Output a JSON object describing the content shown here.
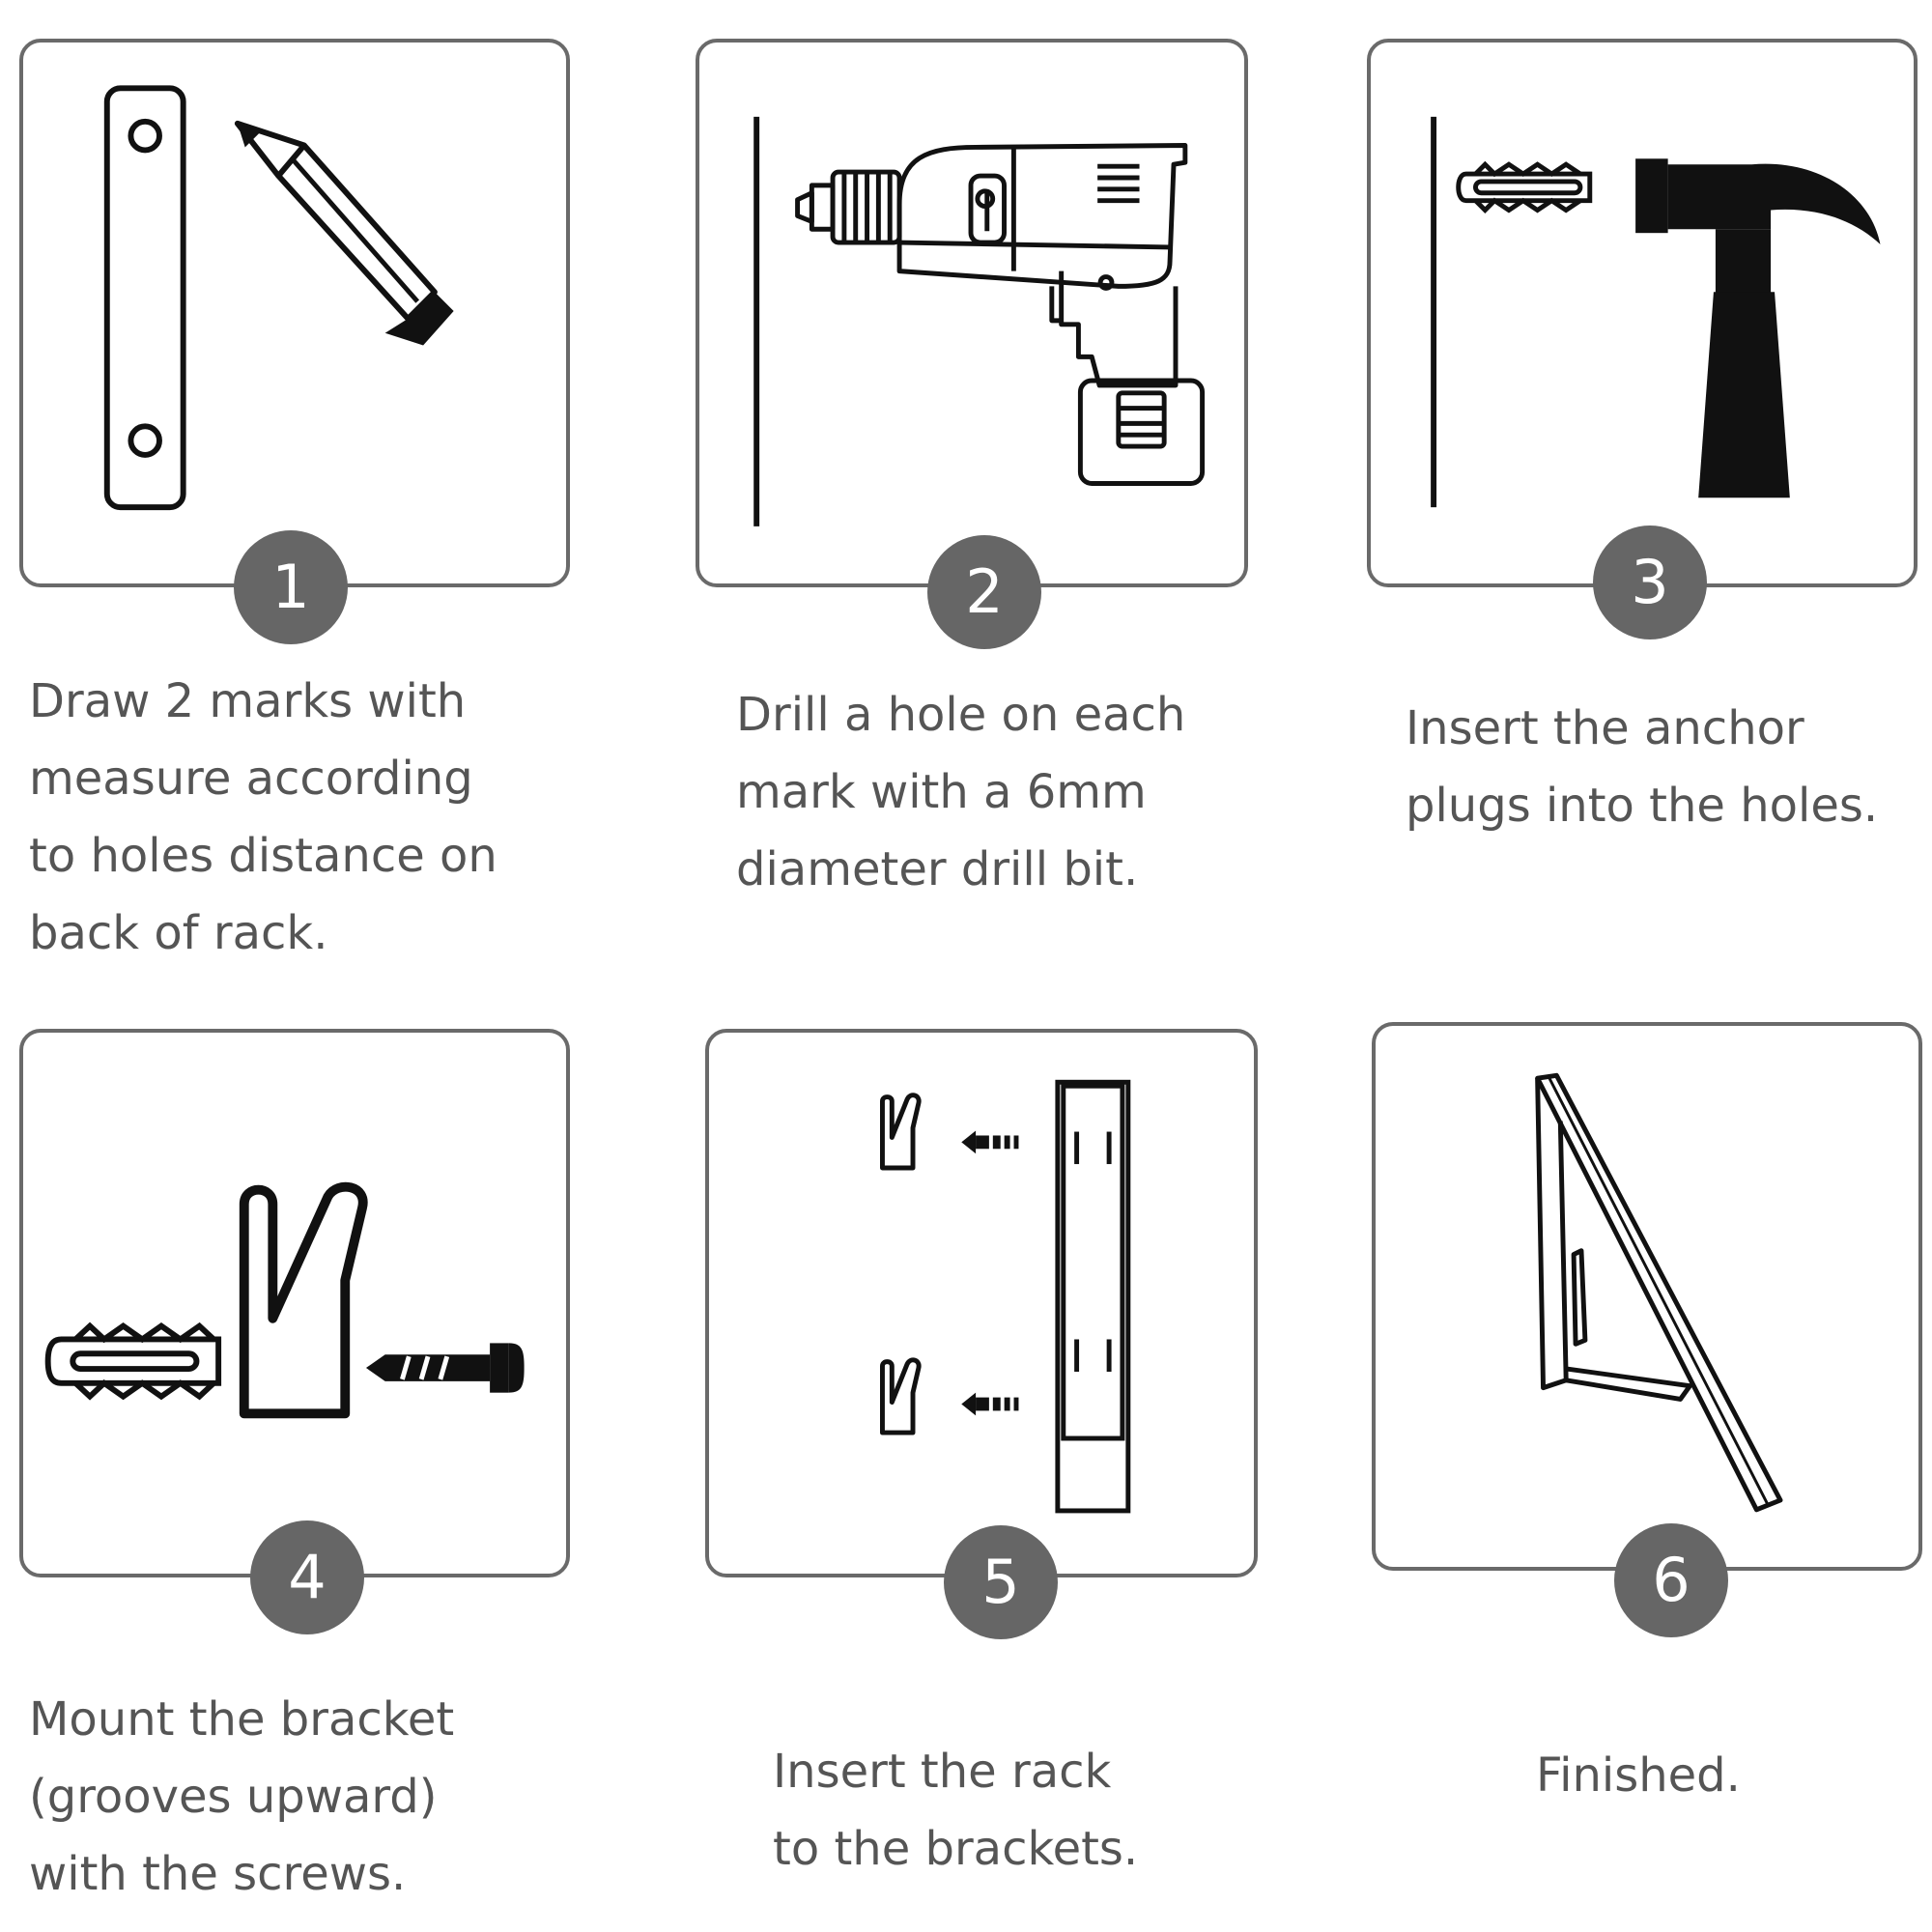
{
  "steps": [
    {
      "number": "1",
      "lines": [
        "Draw 2 marks with",
        "measure according",
        "to holes distance on",
        "back of rack."
      ]
    },
    {
      "number": "2",
      "lines": [
        "Drill a hole on each",
        "mark with a 6mm",
        "diameter drill bit."
      ]
    },
    {
      "number": "3",
      "lines": [
        "Insert the anchor",
        "plugs into the holes."
      ]
    },
    {
      "number": "4",
      "lines": [
        "Mount the bracket",
        "(grooves upward)",
        "with the screws."
      ]
    },
    {
      "number": "5",
      "lines": [
        "Insert the rack",
        "to the brackets."
      ]
    },
    {
      "number": "6",
      "lines": [
        "Finished."
      ]
    }
  ],
  "icons": [
    "bracket-bar-icon",
    "pencil-icon",
    "wall-line-icon",
    "drill-icon",
    "anchor-plug-icon",
    "hammer-icon",
    "screw-icon",
    "hook-bracket-icon",
    "arrow-left-icon",
    "rack-icon",
    "folded-rack-icon"
  ],
  "colors": {
    "panel_border": "#6a6a6a",
    "badge_fill": "#666666",
    "caption_text": "#555555",
    "icon_stroke": "#111111"
  }
}
